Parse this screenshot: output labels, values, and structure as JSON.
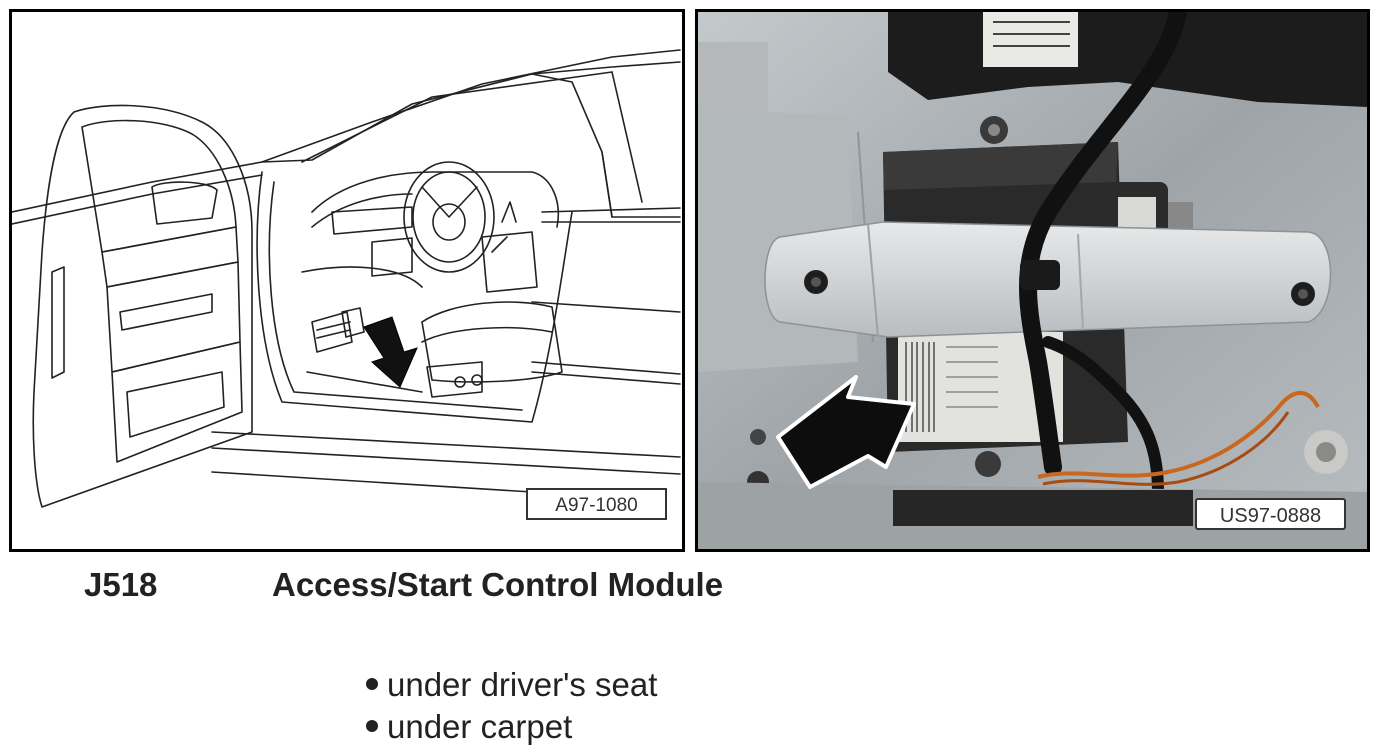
{
  "figure": {
    "left_ref": "A97-1080",
    "right_ref": "US97-0888"
  },
  "component": {
    "code": "J518",
    "name": "Access/Start Control Module"
  },
  "locations": [
    "under driver's seat",
    "under carpet"
  ]
}
